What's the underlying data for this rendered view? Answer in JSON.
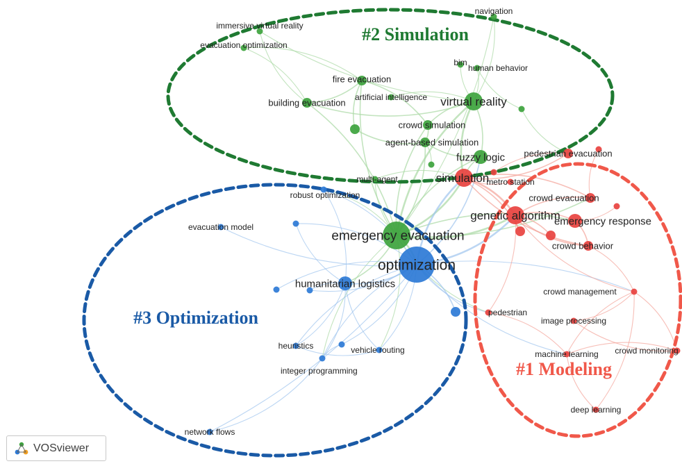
{
  "colors": {
    "modeling": "#e8423f",
    "simulation": "#3da33d",
    "optimization": "#2d7ad6",
    "modeling_edge": "#f3a49a",
    "simulation_edge": "#a9d8a4",
    "optimization_edge": "#9fc4ee",
    "label": "#222222"
  },
  "clusters": [
    {
      "id": "simulation",
      "title": "#2 Simulation",
      "color": "#1f7a32"
    },
    {
      "id": "optimization",
      "title": "#3 Optimization",
      "color": "#1a5aa6"
    },
    {
      "id": "modeling",
      "title": "#1 Modeling",
      "color": "#f0584a"
    }
  ],
  "nodes": [
    {
      "id": "navigation",
      "label": "navigation",
      "cluster": "simulation",
      "weight": 1
    },
    {
      "id": "immersive_vr",
      "label": "immersive virtual reality",
      "cluster": "simulation",
      "weight": 1
    },
    {
      "id": "evac_opt",
      "label": "evacuation optimization",
      "cluster": "simulation",
      "weight": 1
    },
    {
      "id": "bim",
      "label": "bim",
      "cluster": "simulation",
      "weight": 1
    },
    {
      "id": "human_behavior",
      "label": "human behavior",
      "cluster": "simulation",
      "weight": 1
    },
    {
      "id": "fire_evac",
      "label": "fire evacuation",
      "cluster": "simulation",
      "weight": 2
    },
    {
      "id": "ai",
      "label": "artificial intelligence",
      "cluster": "simulation",
      "weight": 1
    },
    {
      "id": "virtual_reality",
      "label": "virtual reality",
      "cluster": "simulation",
      "weight": 5
    },
    {
      "id": "building_evac",
      "label": "building evacuation",
      "cluster": "simulation",
      "weight": 2
    },
    {
      "id": "crowd_sim",
      "label": "crowd simulation",
      "cluster": "simulation",
      "weight": 2
    },
    {
      "id": "agent_sim",
      "label": "agent-based simulation",
      "cluster": "simulation",
      "weight": 2
    },
    {
      "id": "fuzzy_logic",
      "label": "fuzzy logic",
      "cluster": "simulation",
      "weight": 3
    },
    {
      "id": "multi_agent",
      "label": "multi-agent",
      "cluster": "simulation",
      "weight": 1
    },
    {
      "id": "emergency_evac",
      "label": "emergency evacuation",
      "cluster": "simulation",
      "weight": 6
    },
    {
      "id": "sim_unlabeled1",
      "label": "",
      "cluster": "simulation",
      "weight": 2
    },
    {
      "id": "sim_unlabeled2",
      "label": "",
      "cluster": "simulation",
      "weight": 1
    },
    {
      "id": "sim_unlabeled3",
      "label": "",
      "cluster": "simulation",
      "weight": 1
    },
    {
      "id": "simulation",
      "label": "simulation",
      "cluster": "modeling",
      "weight": 5
    },
    {
      "id": "metro_station",
      "label": "metro station",
      "cluster": "modeling",
      "weight": 1
    },
    {
      "id": "pedestrian_evac",
      "label": "pedestrian evacuation",
      "cluster": "modeling",
      "weight": 2
    },
    {
      "id": "crowd_evac",
      "label": "crowd evacuation",
      "cluster": "modeling",
      "weight": 2
    },
    {
      "id": "genetic_alg",
      "label": "genetic algorithm",
      "cluster": "modeling",
      "weight": 5
    },
    {
      "id": "emergency_resp",
      "label": "emergency response",
      "cluster": "modeling",
      "weight": 3
    },
    {
      "id": "crowd_behavior",
      "label": "crowd behavior",
      "cluster": "modeling",
      "weight": 2
    },
    {
      "id": "crowd_mgmt",
      "label": "crowd management",
      "cluster": "modeling",
      "weight": 1
    },
    {
      "id": "pedestrian",
      "label": "pedestrian",
      "cluster": "modeling",
      "weight": 1
    },
    {
      "id": "image_proc",
      "label": "image processing",
      "cluster": "modeling",
      "weight": 1
    },
    {
      "id": "machine_learning",
      "label": "machine learning",
      "cluster": "modeling",
      "weight": 1
    },
    {
      "id": "crowd_monitoring",
      "label": "crowd monitoring",
      "cluster": "modeling",
      "weight": 1
    },
    {
      "id": "deep_learning",
      "label": "deep learning",
      "cluster": "modeling",
      "weight": 1
    },
    {
      "id": "mod_unl1",
      "label": "",
      "cluster": "modeling",
      "weight": 2
    },
    {
      "id": "mod_unl2",
      "label": "",
      "cluster": "modeling",
      "weight": 2
    },
    {
      "id": "mod_unl3",
      "label": "",
      "cluster": "modeling",
      "weight": 1
    },
    {
      "id": "mod_unl4",
      "label": "",
      "cluster": "modeling",
      "weight": 1
    },
    {
      "id": "mod_unl5",
      "label": "",
      "cluster": "modeling",
      "weight": 1
    },
    {
      "id": "robust_opt",
      "label": "robust optimization",
      "cluster": "optimization",
      "weight": 1
    },
    {
      "id": "evac_model",
      "label": "evacuation model",
      "cluster": "optimization",
      "weight": 1
    },
    {
      "id": "optimization",
      "label": "optimization",
      "cluster": "optimization",
      "weight": 8
    },
    {
      "id": "humanitarian",
      "label": "humanitarian logistics",
      "cluster": "optimization",
      "weight": 3
    },
    {
      "id": "heuristics",
      "label": "heuristics",
      "cluster": "optimization",
      "weight": 1
    },
    {
      "id": "vehicle_routing",
      "label": "vehicle routing",
      "cluster": "optimization",
      "weight": 1
    },
    {
      "id": "integer_prog",
      "label": "integer programming",
      "cluster": "optimization",
      "weight": 1
    },
    {
      "id": "network_flows",
      "label": "network flows",
      "cluster": "optimization",
      "weight": 1
    },
    {
      "id": "opt_unl1",
      "label": "",
      "cluster": "optimization",
      "weight": 1
    },
    {
      "id": "opt_unl2",
      "label": "",
      "cluster": "optimization",
      "weight": 1
    },
    {
      "id": "opt_unl3",
      "label": "",
      "cluster": "optimization",
      "weight": 1
    },
    {
      "id": "opt_unl4",
      "label": "",
      "cluster": "optimization",
      "weight": 1
    },
    {
      "id": "opt_unl5",
      "label": "",
      "cluster": "optimization",
      "weight": 2
    }
  ],
  "edges": [
    [
      "emergency_evac",
      "optimization"
    ],
    [
      "emergency_evac",
      "simulation"
    ],
    [
      "emergency_evac",
      "virtual_reality"
    ],
    [
      "emergency_evac",
      "genetic_alg"
    ],
    [
      "emergency_evac",
      "humanitarian"
    ],
    [
      "emergency_evac",
      "robust_opt"
    ],
    [
      "emergency_evac",
      "fuzzy_logic"
    ],
    [
      "emergency_evac",
      "agent_sim"
    ],
    [
      "emergency_evac",
      "crowd_sim"
    ],
    [
      "emergency_evac",
      "navigation"
    ],
    [
      "emergency_evac",
      "multi_agent"
    ],
    [
      "emergency_evac",
      "building_evac"
    ],
    [
      "emergency_evac",
      "fire_evac"
    ],
    [
      "emergency_evac",
      "crowd_evac"
    ],
    [
      "emergency_evac",
      "emergency_resp"
    ],
    [
      "emergency_evac",
      "pedestrian"
    ],
    [
      "emergency_evac",
      "vehicle_routing"
    ],
    [
      "emergency_evac",
      "integer_prog"
    ],
    [
      "optimization",
      "humanitarian"
    ],
    [
      "optimization",
      "genetic_alg"
    ],
    [
      "optimization",
      "simulation"
    ],
    [
      "optimization",
      "robust_opt"
    ],
    [
      "optimization",
      "evac_model"
    ],
    [
      "optimization",
      "heuristics"
    ],
    [
      "optimization",
      "vehicle_routing"
    ],
    [
      "optimization",
      "integer_prog"
    ],
    [
      "optimization",
      "network_flows"
    ],
    [
      "optimization",
      "pedestrian"
    ],
    [
      "optimization",
      "crowd_mgmt"
    ],
    [
      "optimization",
      "machine_learning"
    ],
    [
      "optimization",
      "opt_unl1"
    ],
    [
      "optimization",
      "opt_unl2"
    ],
    [
      "optimization",
      "opt_unl3"
    ],
    [
      "optimization",
      "opt_unl4"
    ],
    [
      "optimization",
      "opt_unl5"
    ],
    [
      "optimization",
      "fuzzy_logic"
    ],
    [
      "humanitarian",
      "heuristics"
    ],
    [
      "humanitarian",
      "vehicle_routing"
    ],
    [
      "humanitarian",
      "integer_prog"
    ],
    [
      "humanitarian",
      "robust_opt"
    ],
    [
      "humanitarian",
      "opt_unl2"
    ],
    [
      "humanitarian",
      "opt_unl1"
    ],
    [
      "integer_prog",
      "network_flows"
    ],
    [
      "heuristics",
      "vehicle_routing"
    ],
    [
      "integer_prog",
      "opt_unl3"
    ],
    [
      "virtual_reality",
      "navigation"
    ],
    [
      "virtual_reality",
      "bim"
    ],
    [
      "virtual_reality",
      "human_behavior"
    ],
    [
      "virtual_reality",
      "fuzzy_logic"
    ],
    [
      "virtual_reality",
      "crowd_sim"
    ],
    [
      "virtual_reality",
      "immersive_vr"
    ],
    [
      "virtual_reality",
      "ai"
    ],
    [
      "virtual_reality",
      "building_evac"
    ],
    [
      "virtual_reality",
      "simulation"
    ],
    [
      "fire_evac",
      "building_evac"
    ],
    [
      "fire_evac",
      "evac_opt"
    ],
    [
      "fire_evac",
      "crowd_sim"
    ],
    [
      "fire_evac",
      "sim_unlabeled1"
    ],
    [
      "building_evac",
      "immersive_vr"
    ],
    [
      "building_evac",
      "evac_opt"
    ],
    [
      "crowd_sim",
      "agent_sim"
    ],
    [
      "agent_sim",
      "fuzzy_logic"
    ],
    [
      "agent_sim",
      "sim_unlabeled2"
    ],
    [
      "fuzzy_logic",
      "simulation"
    ],
    [
      "multi_agent",
      "simulation"
    ],
    [
      "sim_unlabeled1",
      "agent_sim"
    ],
    [
      "sim_unlabeled3",
      "human_behavior"
    ],
    [
      "sim_unlabeled3",
      "pedestrian_evac"
    ],
    [
      "simulation",
      "genetic_alg"
    ],
    [
      "simulation",
      "metro_station"
    ],
    [
      "simulation",
      "crowd_evac"
    ],
    [
      "simulation",
      "pedestrian_evac"
    ],
    [
      "simulation",
      "mod_unl1"
    ],
    [
      "simulation",
      "crowd_behavior"
    ],
    [
      "genetic_alg",
      "emergency_resp"
    ],
    [
      "genetic_alg",
      "crowd_behavior"
    ],
    [
      "genetic_alg",
      "crowd_evac"
    ],
    [
      "genetic_alg",
      "mod_unl1"
    ],
    [
      "genetic_alg",
      "mod_unl2"
    ],
    [
      "genetic_alg",
      "crowd_mgmt"
    ],
    [
      "crowd_mgmt",
      "image_proc"
    ],
    [
      "crowd_mgmt",
      "machine_learning"
    ],
    [
      "crowd_mgmt",
      "crowd_monitoring"
    ],
    [
      "machine_learning",
      "deep_learning"
    ],
    [
      "machine_learning",
      "crowd_monitoring"
    ],
    [
      "image_proc",
      "crowd_monitoring"
    ],
    [
      "pedestrian",
      "machine_learning"
    ],
    [
      "pedestrian",
      "genetic_alg"
    ],
    [
      "crowd_behavior",
      "crowd_mgmt"
    ],
    [
      "emergency_resp",
      "mod_unl3"
    ],
    [
      "crowd_evac",
      "mod_unl4"
    ],
    [
      "pedestrian_evac",
      "mod_unl5"
    ],
    [
      "emergency_resp",
      "crowd_behavior"
    ],
    [
      "deep_learning",
      "crowd_mgmt"
    ]
  ],
  "badge": {
    "text": "VOSviewer",
    "icon": "vosviewer-logo-icon"
  }
}
